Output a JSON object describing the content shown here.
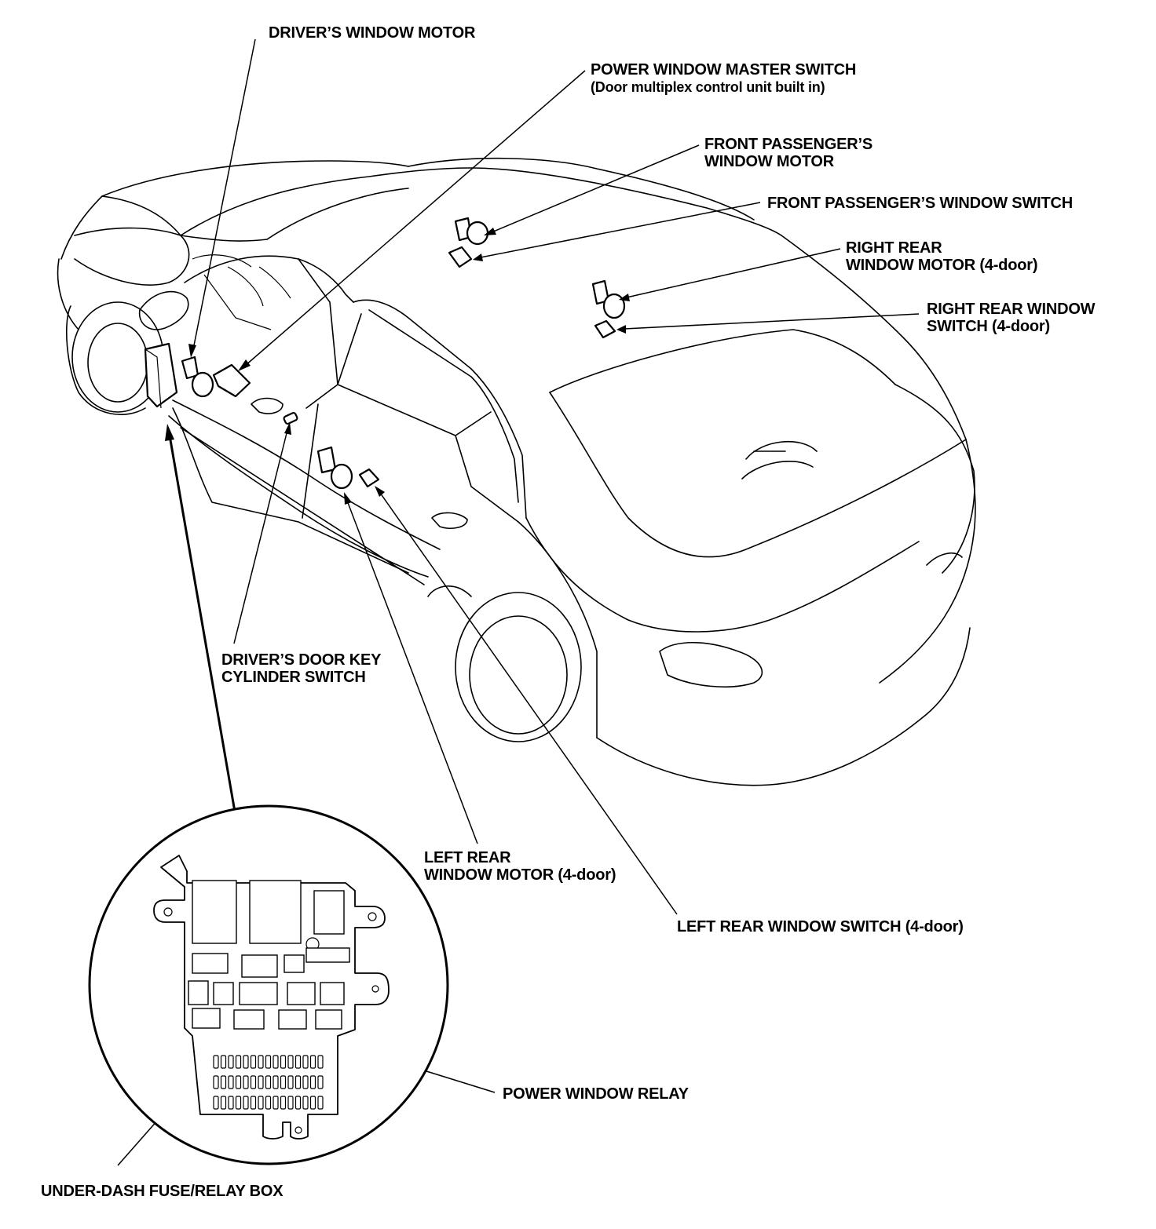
{
  "labels": {
    "drivers_window_motor": "DRIVER’S WINDOW MOTOR",
    "master_switch_line1": "POWER WINDOW MASTER SWITCH",
    "master_switch_line2": "(Door multiplex control unit built in)",
    "front_pass_motor_line1": "FRONT PASSENGER’S",
    "front_pass_motor_line2": "WINDOW MOTOR",
    "front_pass_switch": "FRONT PASSENGER’S WINDOW SWITCH",
    "right_rear_motor_line1": "RIGHT REAR",
    "right_rear_motor_line2": "WINDOW MOTOR (4-door)",
    "right_rear_switch_line1": "RIGHT REAR WINDOW",
    "right_rear_switch_line2": "SWITCH (4-door)",
    "key_cylinder_line1": "DRIVER’S DOOR KEY",
    "key_cylinder_line2": "CYLINDER SWITCH",
    "left_rear_motor_line1": "LEFT REAR",
    "left_rear_motor_line2": "WINDOW MOTOR (4-door)",
    "left_rear_switch": "LEFT REAR WINDOW SWITCH (4-door)",
    "power_window_relay": "POWER WINDOW RELAY",
    "fuse_relay_box": "UNDER-DASH FUSE/RELAY BOX"
  }
}
